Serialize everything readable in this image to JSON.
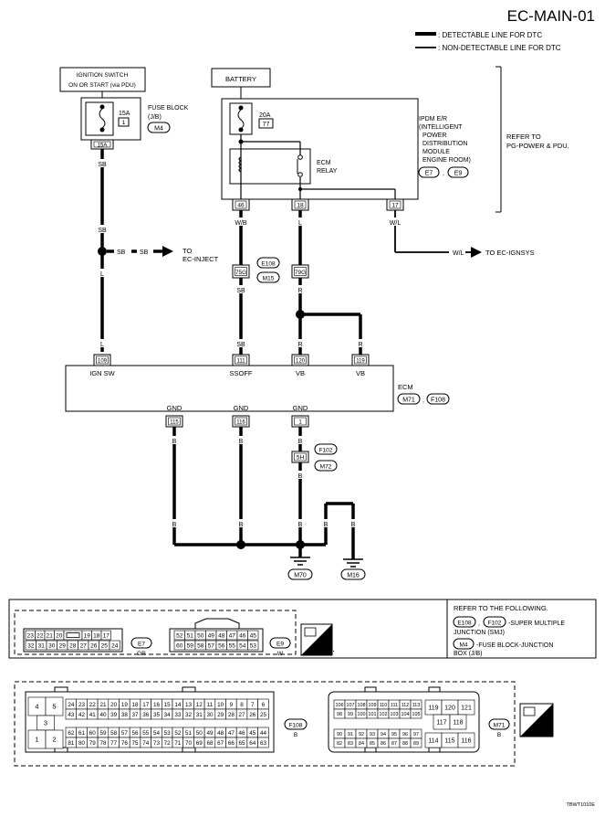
{
  "page_title": "EC-MAIN-01",
  "legend": {
    "detectable": ": DETECTABLE LINE FOR DTC",
    "non_detectable": ": NON-DETECTABLE LINE FOR DTC"
  },
  "ignition": {
    "line1": "IGNITION SWITCH",
    "line2": "ON OR START (via PDU)"
  },
  "fuse_block": {
    "line1": "FUSE BLOCK",
    "line2": "(J/B)",
    "conn": "M4",
    "amp": "15A",
    "num": "1",
    "term": "15A"
  },
  "battery": "BATTERY",
  "ipdm": {
    "lines": [
      "IPDM E/R",
      "(INTELLIGENT",
      "POWER",
      "DISTRIBUTION",
      "MODULE",
      "ENGINE ROOM)"
    ],
    "conn1": "E7",
    "sep": ",",
    "conn2": "E9",
    "fuse_amp": "20A",
    "fuse_num": "77",
    "relay_line1": "ECM",
    "relay_line2": "RELAY",
    "terms": [
      "46",
      "18",
      "17"
    ]
  },
  "refer": {
    "line1": "REFER TO",
    "line2": "PG-POWER & PDU."
  },
  "wires": {
    "sb": "SB",
    "l": "L",
    "wb": "W/B",
    "wl": "W/L",
    "r": "R",
    "b": "B"
  },
  "to_ec_inject": {
    "wire": "SB",
    "line1": "TO",
    "line2": "EC-INJECT"
  },
  "to_ignsys": {
    "wire": "W/L",
    "text": "TO EC-IGNSYS"
  },
  "smj": {
    "term1": "75G",
    "term2": "79G",
    "conn1": "E108",
    "conn2": "M15"
  },
  "ecm": {
    "label": "ECM",
    "conn1": "M71",
    "sep": ",",
    "conn2": "F108",
    "top_terms": [
      {
        "num": "109",
        "name": "IGN SW"
      },
      {
        "num": "111",
        "name": "SSOFF"
      },
      {
        "num": "120",
        "name": "VB"
      },
      {
        "num": "119",
        "name": "VB"
      }
    ],
    "gnd_terms": [
      {
        "num": "115",
        "name": "GND"
      },
      {
        "num": "116",
        "name": "GND"
      },
      {
        "num": "1",
        "name": "GND"
      }
    ]
  },
  "joint": {
    "term": "5H",
    "conn1": "F102",
    "conn2": "M72"
  },
  "grounds": [
    "M70",
    "M16"
  ],
  "refer_following": {
    "title": "REFER TO THE FOLLOWING.",
    "c1": "E108",
    "c1b": "F102",
    "smj_text1": "-SUPER MULTIPLE",
    "smj_text2": "JUNCTION (SMJ)",
    "c2": "M4",
    "fb_text1": "-FUSE BLOCK-JUNCTION",
    "fb_text2": "BOX (J/B)"
  },
  "e7": {
    "row1": [
      "23",
      "22",
      "21",
      "20",
      "",
      "19",
      "18",
      "17"
    ],
    "row2": [
      "32",
      "31",
      "30",
      "29",
      "28",
      "27",
      "26",
      "25",
      "24"
    ],
    "conn": "E7",
    "color": "GR"
  },
  "e9": {
    "row1": [
      "52",
      "51",
      "50",
      "49",
      "48",
      "47",
      "46",
      "45"
    ],
    "row2": [
      "60",
      "59",
      "58",
      "57",
      "56",
      "55",
      "54",
      "53"
    ],
    "conn": "E9",
    "color": "W"
  },
  "hs": "H.S.",
  "f108": {
    "big": [
      "4",
      "5",
      "3",
      "1",
      "2"
    ],
    "row1": [
      "24",
      "23",
      "22",
      "21",
      "20",
      "19",
      "18",
      "17",
      "16",
      "15",
      "14",
      "13",
      "12",
      "11",
      "10",
      "9",
      "8",
      "7",
      "6"
    ],
    "row2": [
      "43",
      "42",
      "41",
      "40",
      "39",
      "38",
      "37",
      "36",
      "35",
      "34",
      "33",
      "32",
      "31",
      "30",
      "29",
      "28",
      "27",
      "26",
      "25"
    ],
    "row3": [
      "62",
      "61",
      "60",
      "59",
      "58",
      "57",
      "56",
      "55",
      "54",
      "53",
      "52",
      "51",
      "50",
      "49",
      "48",
      "47",
      "46",
      "45",
      "44"
    ],
    "row4": [
      "81",
      "80",
      "79",
      "78",
      "77",
      "76",
      "75",
      "74",
      "73",
      "72",
      "71",
      "70",
      "69",
      "68",
      "67",
      "66",
      "65",
      "64",
      "63"
    ],
    "conn": "F108",
    "color": "B"
  },
  "m71": {
    "row1": [
      "106",
      "107",
      "108",
      "109",
      "110",
      "111",
      "112",
      "113"
    ],
    "row2": [
      "98",
      "99",
      "100",
      "101",
      "102",
      "103",
      "104",
      "105"
    ],
    "row3": [
      "90",
      "91",
      "92",
      "93",
      "94",
      "95",
      "96",
      "97"
    ],
    "row4": [
      "82",
      "83",
      "84",
      "85",
      "86",
      "87",
      "88",
      "89"
    ],
    "big_top": [
      "119",
      "120",
      "121"
    ],
    "big_mid": [
      "117",
      "118"
    ],
    "big_bot": [
      "114",
      "115",
      "116"
    ],
    "conn": "M71",
    "color": "B"
  },
  "code": "TBWT1010E"
}
